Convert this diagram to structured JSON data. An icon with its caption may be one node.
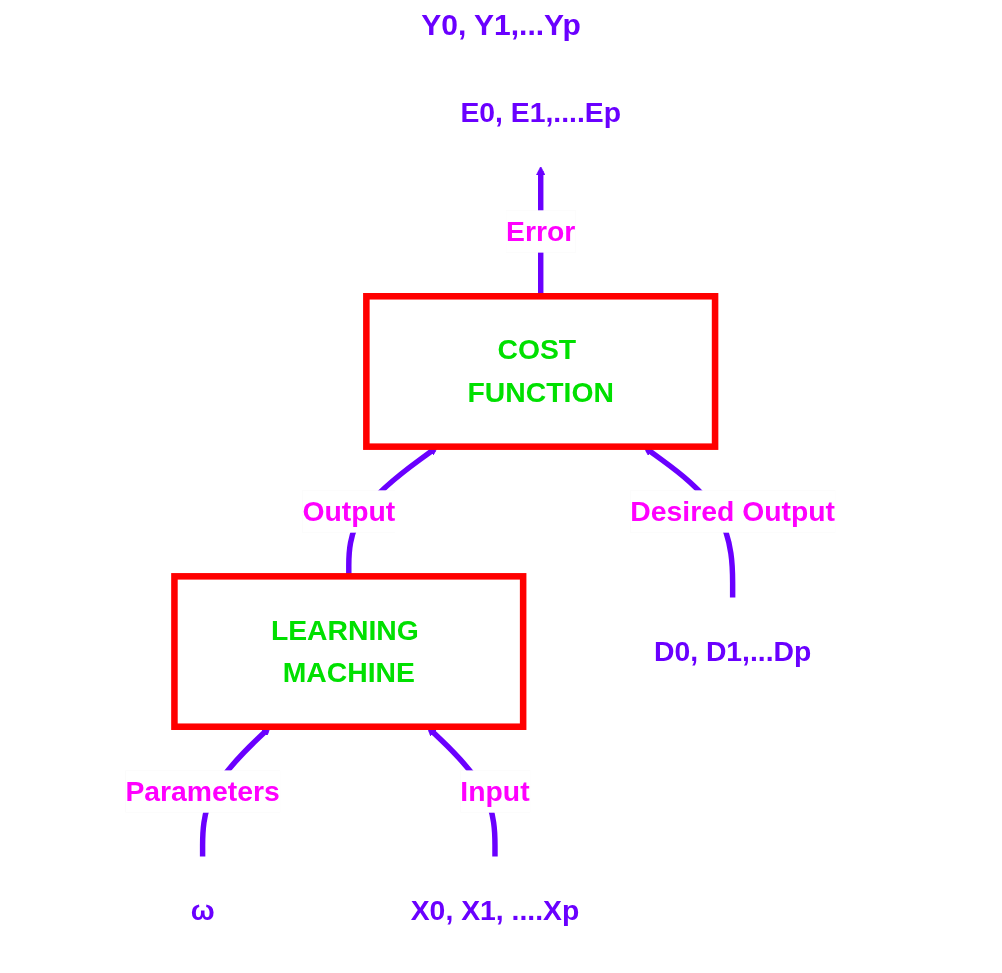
{
  "diagram": {
    "nodes": [
      {
        "text": [
          "COST FUNCTION"
        ]
      },
      {
        "text": [
          "LEARNING MACHINE"
        ]
      },
      {
        "text": [
          "E0, E1,....Ep"
        ]
      },
      {
        "text": [
          "D0, D1,...Dp"
        ]
      },
      {
        "text": [
          "ω"
        ]
      },
      {
        "text": [
          "X0, X1, ....Xp"
        ]
      }
    ],
    "edges": [
      {
        "from": 0,
        "to": 2,
        "arrow": "to",
        "label": "Error"
      },
      {
        "from": 1,
        "to": 0,
        "arrow": "to",
        "label": "Output"
      },
      {
        "from": 3,
        "to": 0,
        "arrow": "to",
        "label": "Desired Output"
      },
      {
        "from": 4,
        "to": 1,
        "arrow": "to",
        "label": "Parameters"
      },
      {
        "from": 5,
        "to": 1,
        "arrow": "to",
        "label": "Input"
      }
    ],
    "labels": [
      "Y0, Y1,...Yp"
    ]
  }
}
